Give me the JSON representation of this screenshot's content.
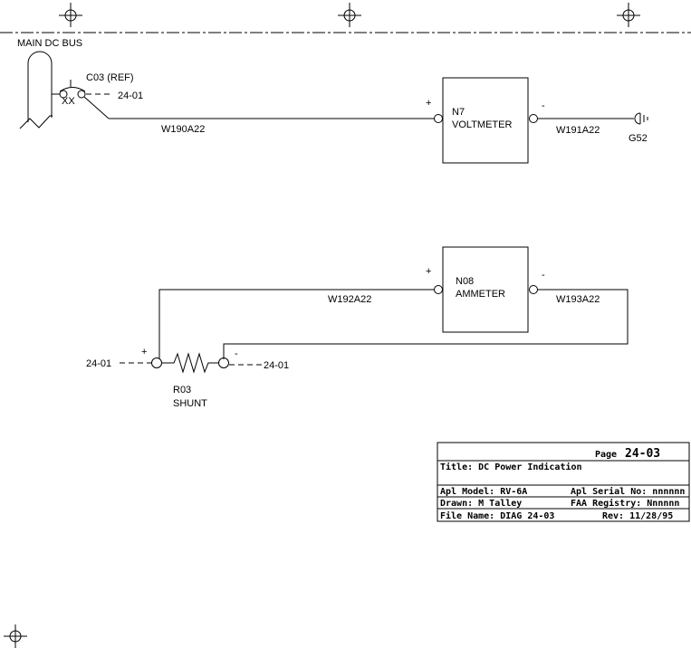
{
  "bus": {
    "label": "MAIN DC BUS"
  },
  "breaker": {
    "label": "C03 (REF)",
    "marker": "XX",
    "ref": "24-01"
  },
  "voltmeter": {
    "id": "N7",
    "name": "VOLTMETER",
    "plus": "+",
    "minus": "-",
    "wire_in": "W190A22",
    "wire_out": "W191A22",
    "ground": "G52"
  },
  "ammeter": {
    "id": "N08",
    "name": "AMMETER",
    "plus": "+",
    "minus": "-",
    "wire_in": "W192A22",
    "wire_out": "W193A22"
  },
  "shunt": {
    "id": "R03",
    "name": "SHUNT",
    "plus": "+",
    "minus": "-",
    "ref_left": "24-01",
    "ref_right": "24-01"
  },
  "title_block": {
    "page_label": "Page",
    "page_value": "24-03",
    "title": "Title: DC Power Indication",
    "model": "Apl Model: RV-6A",
    "serial": "Apl Serial No: nnnnnn",
    "drawn": "Drawn: M Talley",
    "registry": "FAA Registry: Nnnnnn",
    "file": "File Name: DIAG 24-03",
    "rev": "Rev: 11/28/95"
  }
}
